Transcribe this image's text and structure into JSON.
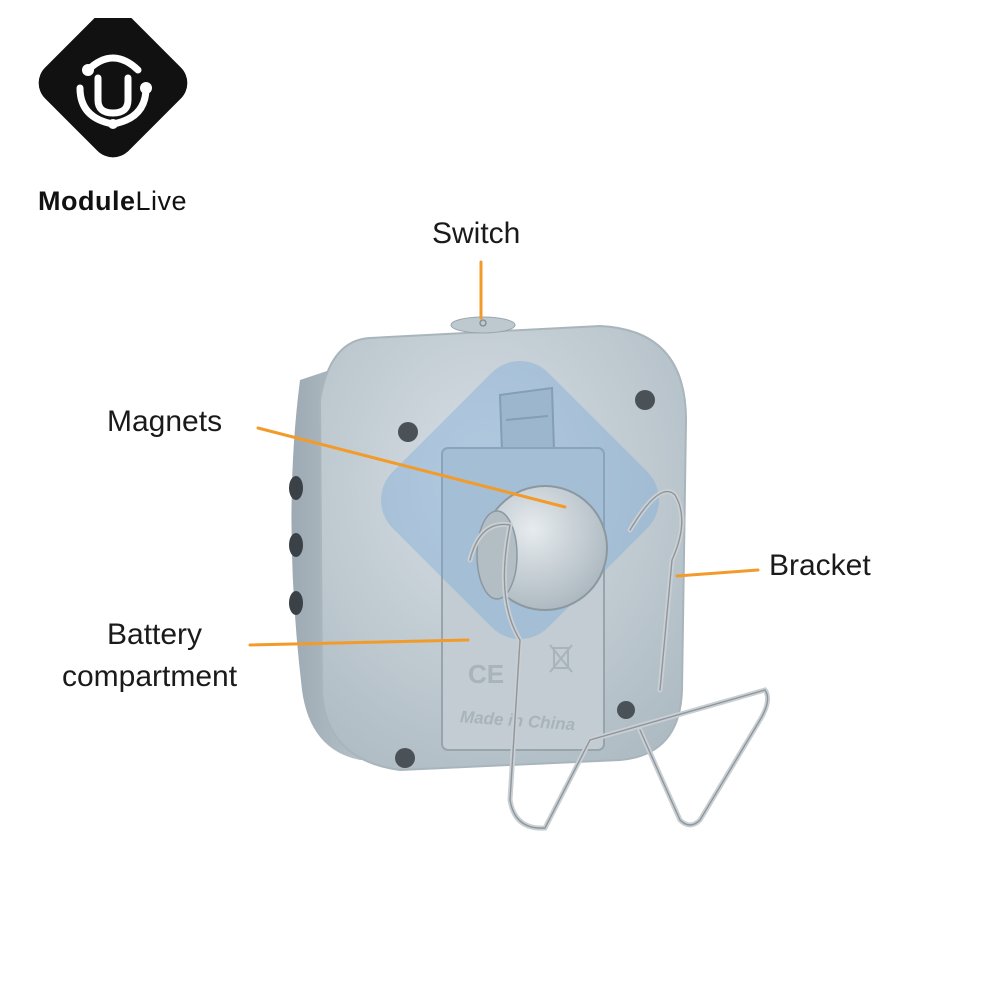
{
  "brand": {
    "name_part1": "Module",
    "name_part2": "Live"
  },
  "labels": {
    "switch": "Switch",
    "magnets": "Magnets",
    "bracket": "Bracket",
    "battery_line1": "Battery",
    "battery_line2": "compartment"
  },
  "device_markings": {
    "ce": "CE",
    "made_in": "Made in China"
  },
  "colors": {
    "leader": "#f29b2a",
    "body": "#c6d0d6",
    "brand_bg": "#111111",
    "watermark": "#6fa6dc"
  }
}
